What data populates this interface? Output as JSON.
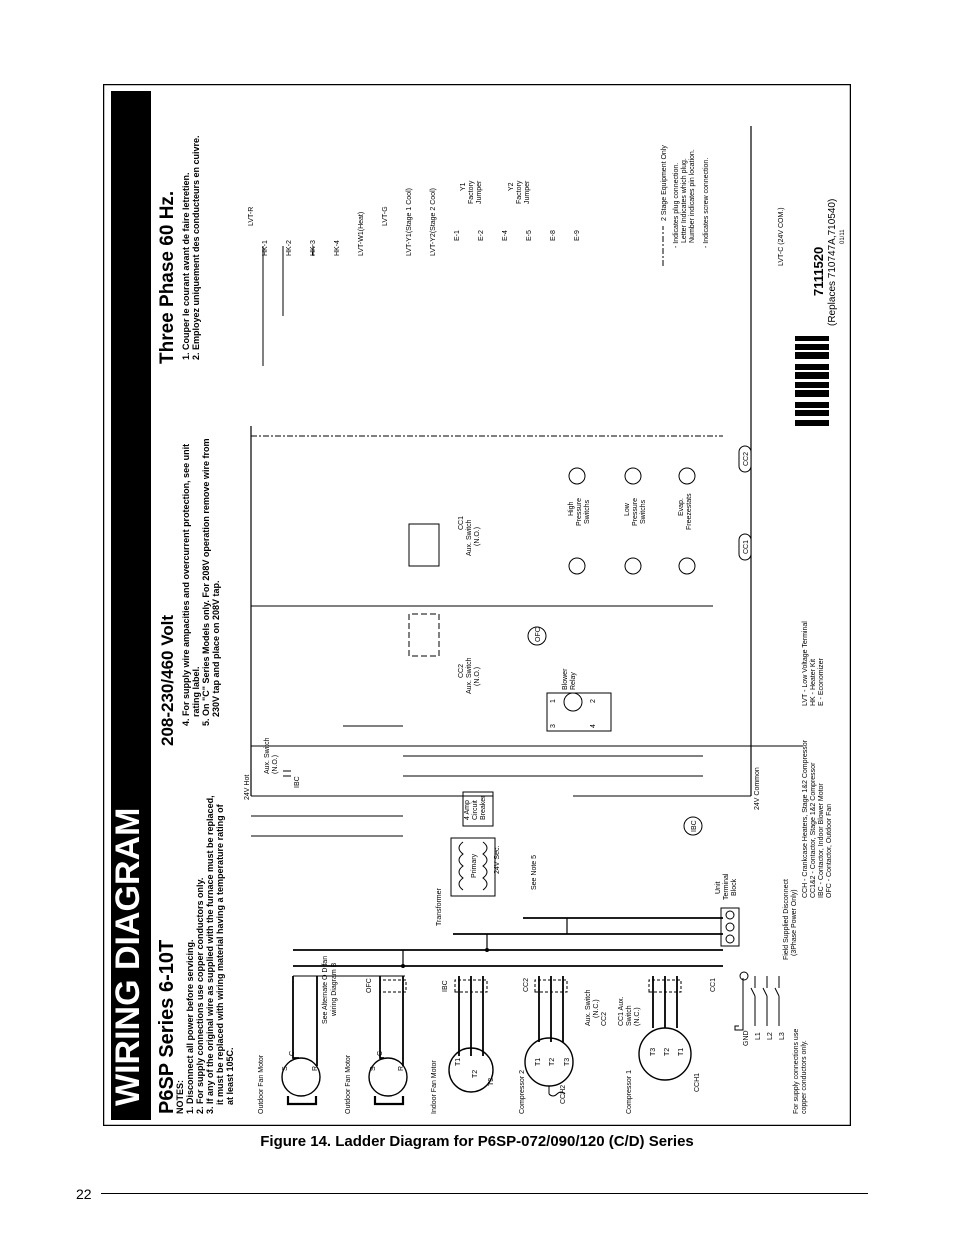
{
  "page": {
    "number": "22",
    "caption": "Figure 14. Ladder Diagram for P6SP-072/090/120 (C/D) Series"
  },
  "diagram": {
    "banner_title": "WIRING DIAGRAM",
    "series_title": "P6SP Series 6-10T",
    "voltage_title": "208-230/460 Volt",
    "phase_title": "Three Phase 60 Hz.",
    "notes_heading": "NOTES:",
    "notes": [
      "1. Disconnect all power before servicing.",
      "2. For supply connections use copper conductors only.",
      "3. If any of the original wire as supplied with the furnace must be replaced,",
      "it must be replaced with wiring material having a temperature rating of",
      "at least 105C.",
      "4. For supply wire ampacities and overcurrent protection, see unit",
      "rating label.",
      "5. On \"C\" Series Models only. For 208V operation remove wire from",
      "230V tap and place on 208V tap.",
      "1. Couper le courant avant de faire letretien.",
      "2. Employez uniquement des conducteurs en cuivre."
    ],
    "motors": {
      "outdoor_fan_1": "Outdoor Fan Motor",
      "outdoor_fan_2": "Outdoor Fan Motor",
      "indoor_fan": "Indoor Fan Motor",
      "compressor_2": "Compressor 2",
      "compressor_1": "Compressor 1",
      "see_alternate": "See Alternate O D fan",
      "wiring_diagram_b": "wiring Diagram B",
      "pin_s": "S",
      "pin_c": "C",
      "pin_r": "R",
      "t1": "T1",
      "t2": "T2",
      "t3": "T3",
      "cch1": "CCH1",
      "cch2": "CCH2"
    },
    "contacts": {
      "ofc": "OFC",
      "ibc": "IBC",
      "cc2": "CC2",
      "cc1": "CC1",
      "aux_switch": "Aux. Switch",
      "nc": "(N.C.)",
      "cc1_aux_nc_1": "CC1 Aux.",
      "cc1_aux_nc_2": "Switch",
      "cc1_aux_nc_3": "(N.C.)"
    },
    "supply": {
      "gnd": "GND",
      "l1": "L1",
      "l2": "L2",
      "l3": "L3",
      "supply_note_1": "For supply connections use",
      "supply_note_2": "copper conductors only.",
      "disconnect_1": "Field Supplied Disconnect",
      "disconnect_2": "(3Phase Power Only)",
      "unit_terminal_1": "Unit",
      "unit_terminal_2": "Terminal",
      "unit_terminal_3": "Block"
    },
    "transformer": {
      "label": "Transformer",
      "primary": "Primary",
      "secondary": "24V Sec.",
      "see_note": "See Note 5",
      "breaker_1": "4 Amp",
      "breaker_2": "Circuit",
      "breaker_3": "Breaker"
    },
    "control": {
      "hot": "24V  Hot",
      "common": "24V  Common",
      "ibc_aux_1": "Aux. Switch",
      "ibc_aux_2": "(N.O.)",
      "ibc_aux_3": "IBC",
      "ibc_coil": "IBC",
      "blower_1": "Blower",
      "blower_2": "Relay",
      "relay_pin_1": "1",
      "relay_pin_2": "2",
      "relay_pin_3": "3",
      "relay_pin_4": "4",
      "cc2_aux_1": "CC2",
      "cc2_aux_2": "Aux. Switch",
      "cc2_aux_3": "(N.O.)",
      "cc1_aux_1": "CC1",
      "cc1_aux_2": "Aux. Switch",
      "cc1_aux_3": "(N.O.)",
      "ofc_coil": "OFC",
      "high_1": "High",
      "high_2": "Pressure",
      "high_3": "Switchs",
      "low_1": "Low",
      "low_2": "Pressure",
      "low_3": "Switchs",
      "evap_1": "Evap.",
      "evap_2": "Freezestats",
      "cc1_coil": "CC1",
      "cc2_coil": "CC2"
    },
    "terminals": {
      "lvt_r": "LVT-R",
      "hk1": "HK-1",
      "hk2": "HK-2",
      "hk3": "HK-3",
      "hk4": "HK-4",
      "lvt_w1": "LVT-W1(Heat)",
      "lvt_g": "LVT-G",
      "lvt_y1": "LVT-Y1(Stage 1 Cool)",
      "lvt_y2": "LVT-Y2(Stage 2 Cool)",
      "e1": "E-1",
      "e2": "E-2",
      "e4": "E-4",
      "e5": "E-5",
      "e8": "E-8",
      "e9": "E-9",
      "y1": "Y1",
      "y2": "Y2",
      "factory": "Factory",
      "jumper": "Jumper",
      "lvt_c": "LVT-C (24V COM.)"
    },
    "legend": {
      "stage2": "2 Stage Equipment Only",
      "plug_1": "- Indicates plug connection.",
      "plug_2": "Letter Indicates which plug.",
      "plug_3": "Number indicates pin location.",
      "screw": "- Indicates screw connection.",
      "abbr_1": "CCH - Crankcase Heaters, Stage 1&2 Compressor",
      "abbr_2": "CC1&2 - Contactor, Stage 1&2 Compressor",
      "abbr_3": "IBC - Contactor, Indoor Blower Motor",
      "abbr_4": "OFC - Contactor, Outdoor Fan",
      "abbr_5": "LVT - Low Voltage Terminal",
      "abbr_6": "HK - Heater Kit",
      "abbr_7": "E - Economizer"
    },
    "part": {
      "number": "7111520",
      "replaces": "(Replaces 710747A,710540)",
      "date": "01/11"
    }
  }
}
